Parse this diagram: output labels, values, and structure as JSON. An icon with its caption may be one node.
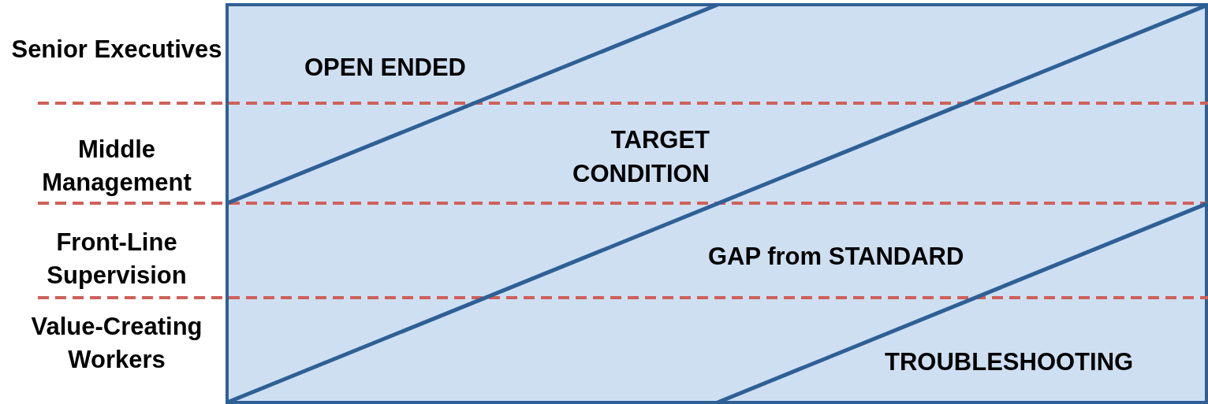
{
  "diagram": {
    "labels": [
      "Senior Executives",
      "OPEN ENDED",
      "Middle Management",
      "TARGET CONDITION",
      "Front-Line Supervision",
      "GAP from STANDARD",
      "Value-Creating Workers",
      "TROUBLESHOOTING"
    ]
  }
}
